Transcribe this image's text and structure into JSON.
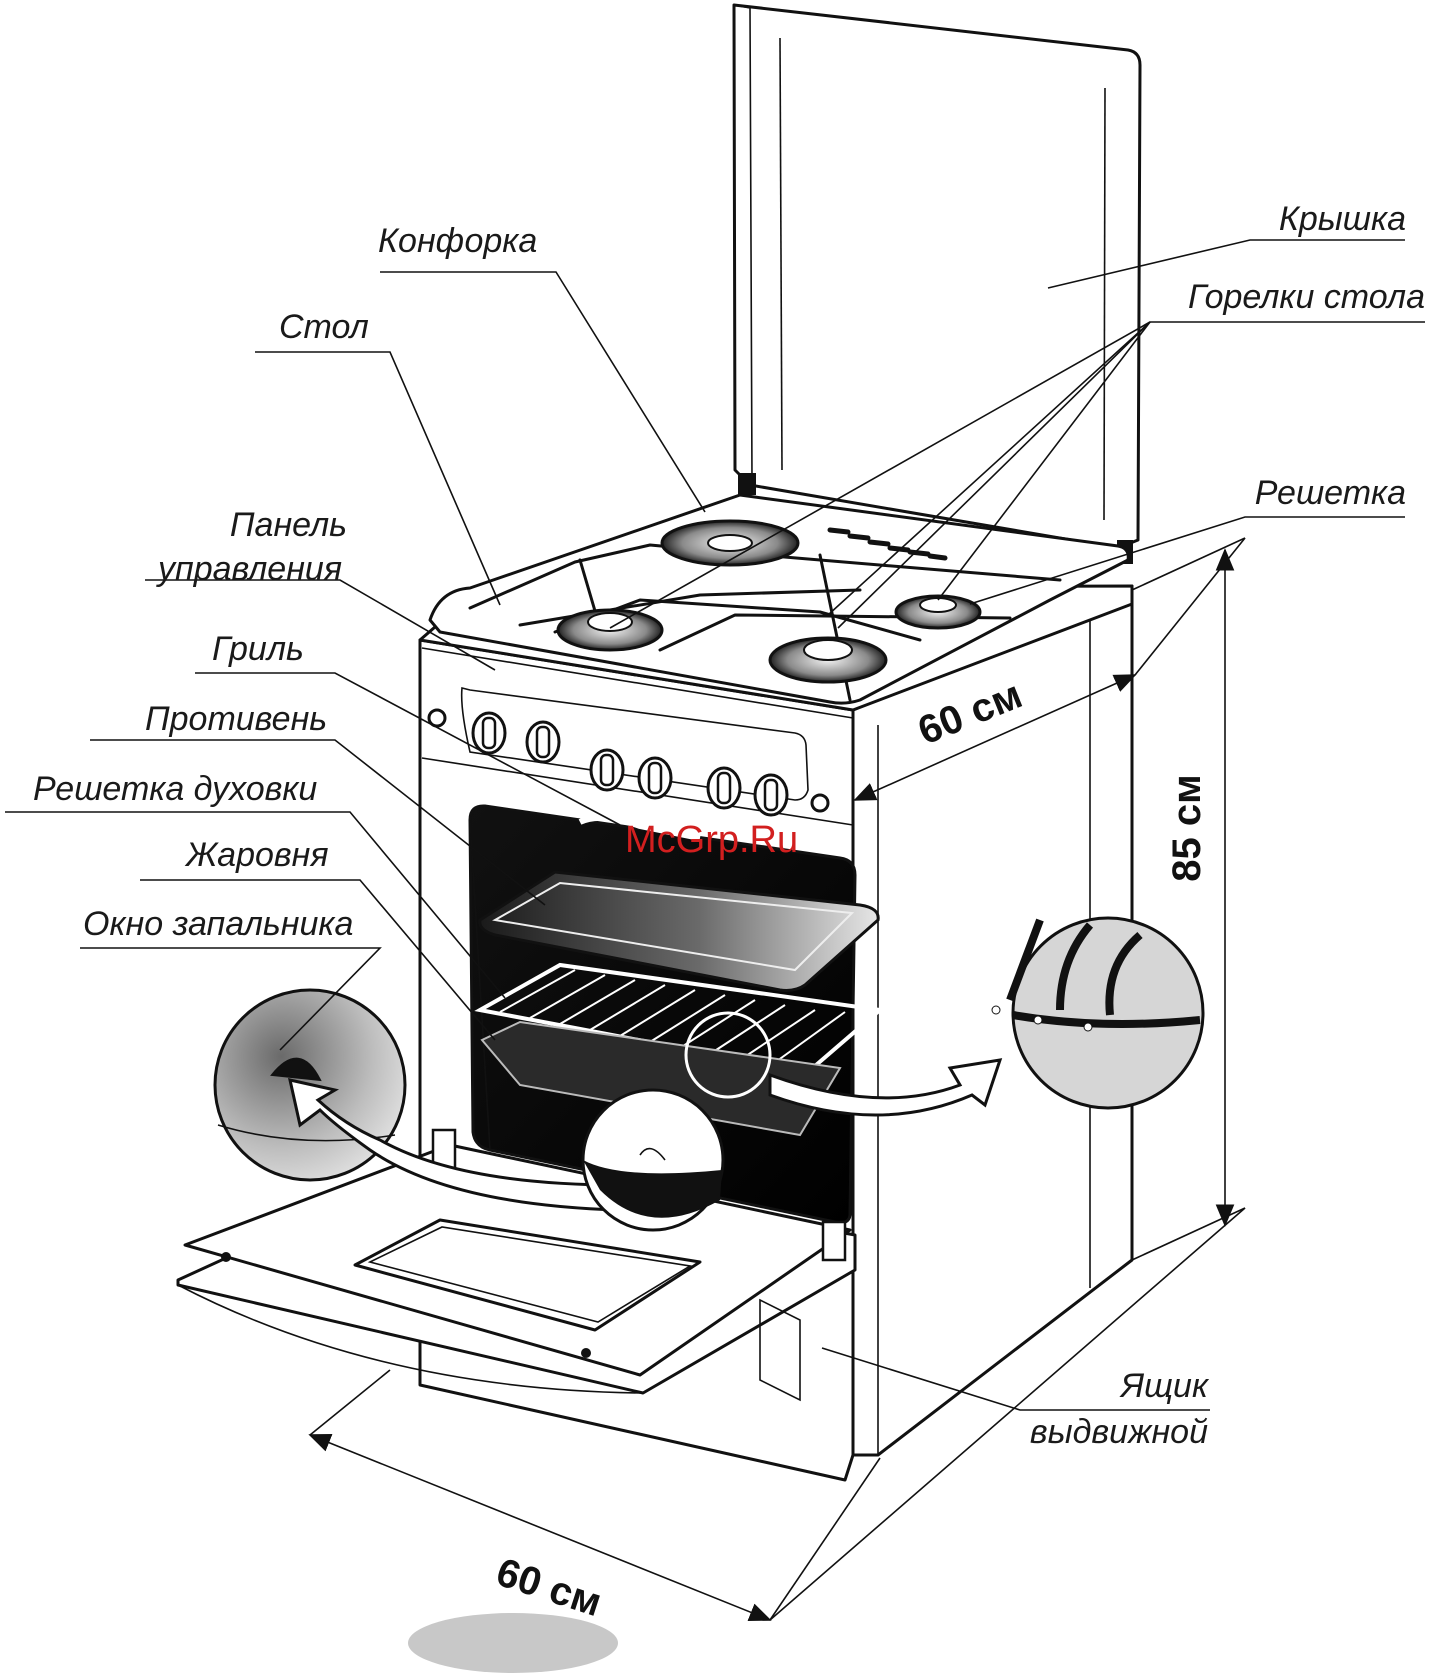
{
  "labels": {
    "lid": "Крышка",
    "burner": "Конфорка",
    "top_burners": "Горелки стола",
    "table": "Стол",
    "grate": "Решетка",
    "control_panel_line1": "Панель",
    "control_panel_line2": "управления",
    "grill": "Гриль",
    "baking_sheet": "Противень",
    "oven_rack": "Решетка духовки",
    "roasting_pan": "Жаровня",
    "igniter_window": "Окно запальника",
    "drawer_line1": "Ящик",
    "drawer_line2": "выдвижной"
  },
  "dimensions": {
    "depth": "60 см",
    "height": "85 см",
    "width": "60 см"
  },
  "watermark": "McGrp.Ru",
  "colors": {
    "ink": "#111111",
    "watermark": "#d21f1f",
    "shadow": "#c8c8c8"
  }
}
